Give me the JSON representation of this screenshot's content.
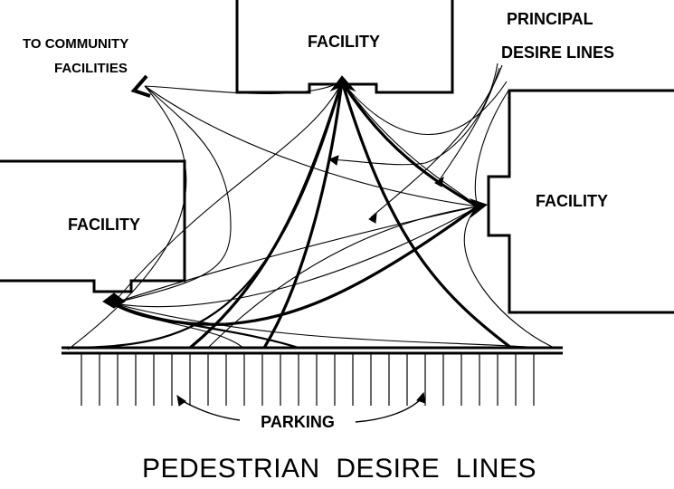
{
  "labels": {
    "facility_top": "FACILITY",
    "facility_left": "FACILITY",
    "facility_right": "FACILITY",
    "to_community_line1": "TO COMMUNITY",
    "to_community_line2": "FACILITIES",
    "principal_line1": "PRINCIPAL",
    "principal_line2": "DESIRE LINES",
    "parking": "PARKING",
    "caption": "PEDESTRIAN  DESIRE  LINES"
  },
  "colors": {
    "ink": "#000000",
    "background": "#ffffff"
  }
}
